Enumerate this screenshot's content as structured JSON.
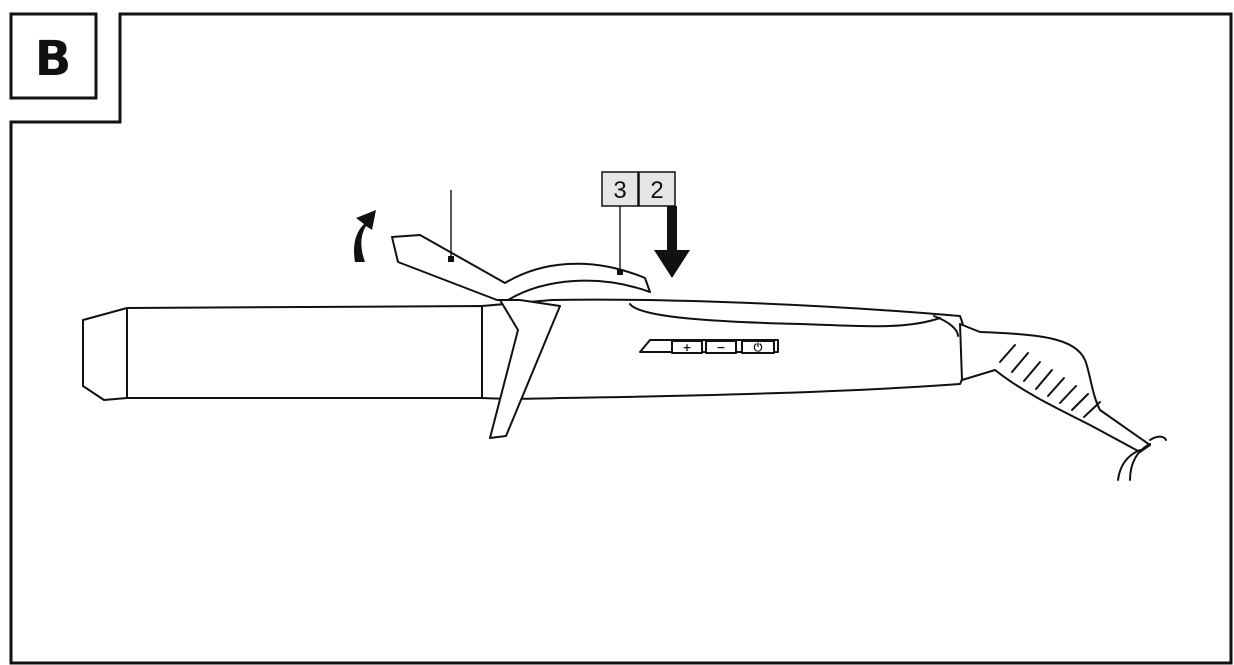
{
  "panel": {
    "letter": "B"
  },
  "callouts": [
    {
      "id": "3",
      "text": "3"
    },
    {
      "id": "2",
      "text": "2"
    }
  ],
  "buttons": [
    {
      "id": "plus",
      "text": "+"
    },
    {
      "id": "minus",
      "text": "−"
    },
    {
      "id": "power",
      "text": "⏻"
    }
  ]
}
